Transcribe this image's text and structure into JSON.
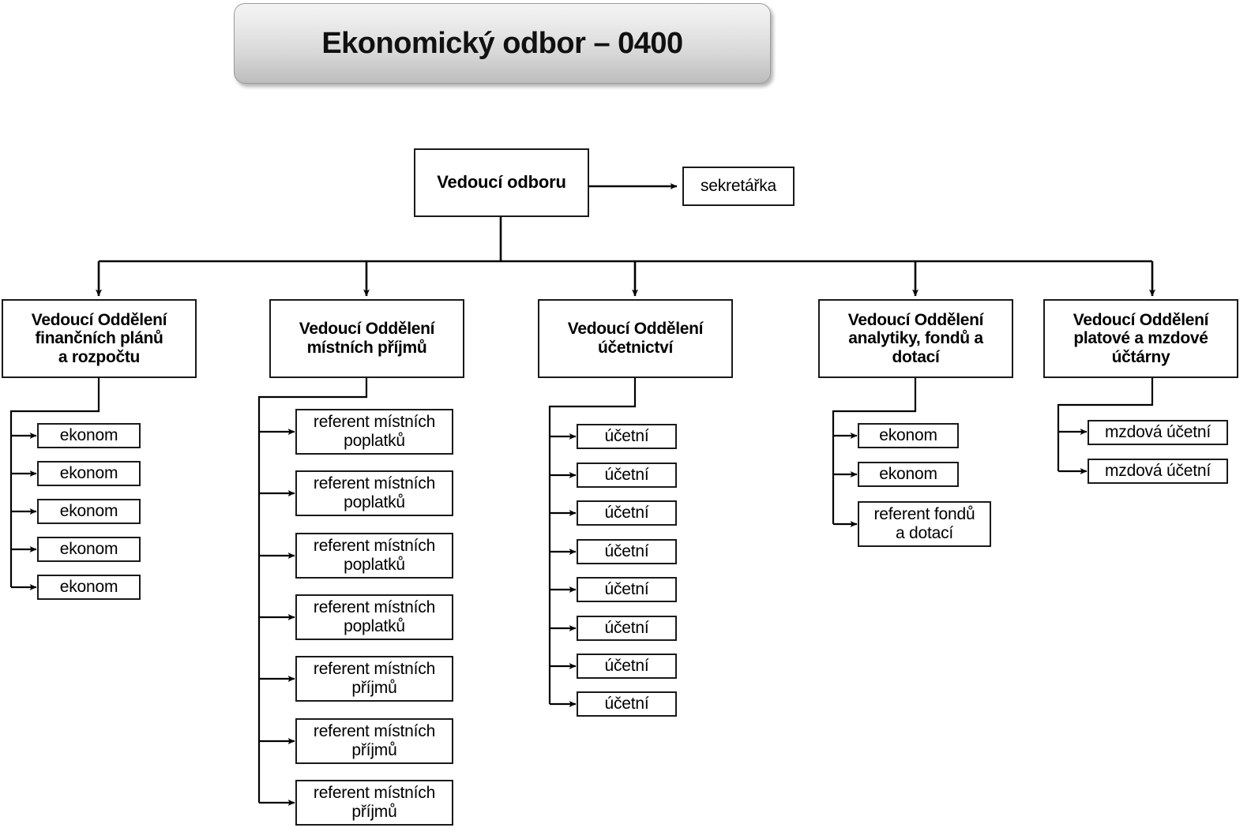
{
  "title_banner": {
    "text": "Ekonomický odbor – 0400"
  },
  "head": {
    "label": "Vedoucí odboru",
    "assistant": {
      "label": "sekretářka"
    }
  },
  "departments": [
    {
      "label": "Vedoucí Oddělení\nfinančních plánů\na rozpočtu",
      "staff": [
        {
          "label": "ekonom"
        },
        {
          "label": "ekonom"
        },
        {
          "label": "ekonom"
        },
        {
          "label": "ekonom"
        },
        {
          "label": "ekonom"
        }
      ]
    },
    {
      "label": "Vedoucí Oddělení\nmístních příjmů",
      "staff": [
        {
          "label": "referent místních\npoplatků"
        },
        {
          "label": "referent místních\npoplatků"
        },
        {
          "label": "referent místních\npoplatků"
        },
        {
          "label": "referent místních\npoplatků"
        },
        {
          "label": "referent místních\npříjmů"
        },
        {
          "label": "referent místních\npříjmů"
        },
        {
          "label": "referent místních\npříjmů"
        }
      ]
    },
    {
      "label": "Vedoucí Oddělení\núčetnictví",
      "staff": [
        {
          "label": "účetní"
        },
        {
          "label": "účetní"
        },
        {
          "label": "účetní"
        },
        {
          "label": "účetní"
        },
        {
          "label": "účetní"
        },
        {
          "label": "účetní"
        },
        {
          "label": "účetní"
        },
        {
          "label": "účetní"
        }
      ]
    },
    {
      "label": "Vedoucí Oddělení\nanalytiky, fondů a\ndotací",
      "staff": [
        {
          "label": "ekonom"
        },
        {
          "label": "ekonom"
        },
        {
          "label": "referent fondů\na dotací"
        }
      ]
    },
    {
      "label": "Vedoucí Oddělení\nplatové a mzdové\núčtárny",
      "staff": [
        {
          "label": "mzdová účetní"
        },
        {
          "label": "mzdová účetní"
        }
      ]
    }
  ],
  "colors": {
    "line": "#000000",
    "box_border": "#1a1a1a",
    "box_fill": "#ffffff",
    "banner_top": "#f4f4f4",
    "banner_bottom": "#bdbdbd",
    "text": "#000000"
  }
}
